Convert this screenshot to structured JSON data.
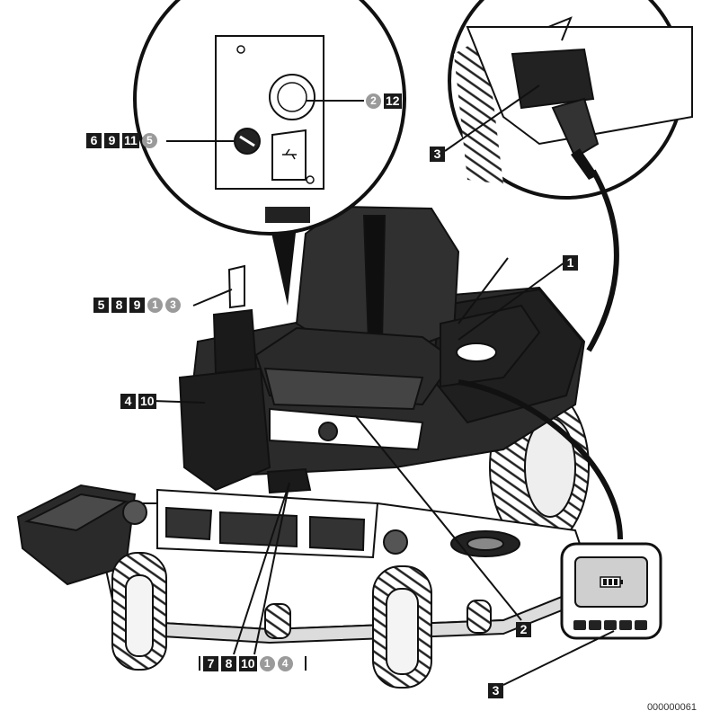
{
  "callouts": {
    "usb_panel": {
      "squares": [
        "6",
        "9",
        "11"
      ],
      "circles": [
        "5"
      ]
    },
    "power_outlet": {
      "squares": [
        "12"
      ],
      "circles": [
        "2"
      ]
    },
    "joystick": {
      "squares": [
        "5",
        "8",
        "9"
      ],
      "circles": [
        "1",
        "3"
      ]
    },
    "left_lever": {
      "squares": [
        "4",
        "10"
      ],
      "circles": []
    },
    "pedal": {
      "squares": [
        "7",
        "8",
        "10"
      ],
      "circles": [
        "1",
        "4"
      ]
    },
    "seat_console": {
      "squares": [
        "1"
      ],
      "circles": []
    },
    "front_bar": {
      "squares": [
        "2"
      ],
      "circles": []
    },
    "charge_port": {
      "squares": [
        "3"
      ],
      "circles": []
    },
    "display_panel": {
      "squares": [
        "3"
      ],
      "circles": []
    }
  },
  "reference_number": "000000061",
  "colors": {
    "ink": "#1a1a1a",
    "circle_badge": "#9a9a9a",
    "screen": "#cfcfcf"
  },
  "icons": {
    "usb": "usb-icon",
    "battery": "battery-icon"
  }
}
